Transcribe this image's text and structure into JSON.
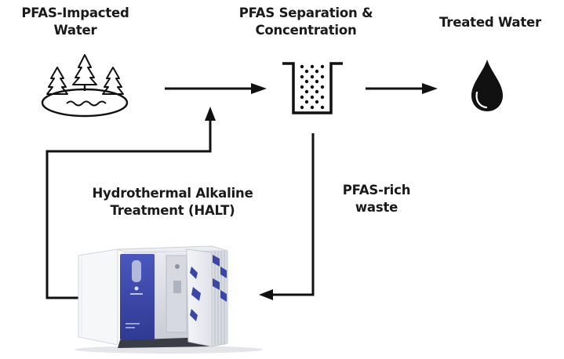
{
  "diagram": {
    "nodes": [
      {
        "id": "impacted",
        "label_lines": [
          "PFAS-Impacted",
          "Water"
        ],
        "icon": "lake-with-trees-icon"
      },
      {
        "id": "separation",
        "label_lines": [
          "PFAS Separation &",
          "Concentration"
        ],
        "icon": "filter-vessel-icon"
      },
      {
        "id": "treated",
        "label_lines": [
          "Treated Water"
        ],
        "icon": "water-drop-icon"
      },
      {
        "id": "halt",
        "label_lines": [
          "Hydrothermal Alkaline",
          "Treatment (HALT)"
        ],
        "icon": "halt-container-unit-image"
      }
    ],
    "edges": [
      {
        "from": "impacted",
        "to": "separation",
        "label": ""
      },
      {
        "from": "separation",
        "to": "treated",
        "label": ""
      },
      {
        "from": "separation",
        "to": "halt",
        "label_lines": [
          "PFAS-rich",
          "waste"
        ]
      },
      {
        "from": "halt",
        "to": "separation",
        "label": ""
      }
    ],
    "colors": {
      "ink": "#111111",
      "text": "#1a1a1a",
      "unit_blue": "#3a47a8",
      "unit_panel": "#e6e8ee"
    }
  }
}
